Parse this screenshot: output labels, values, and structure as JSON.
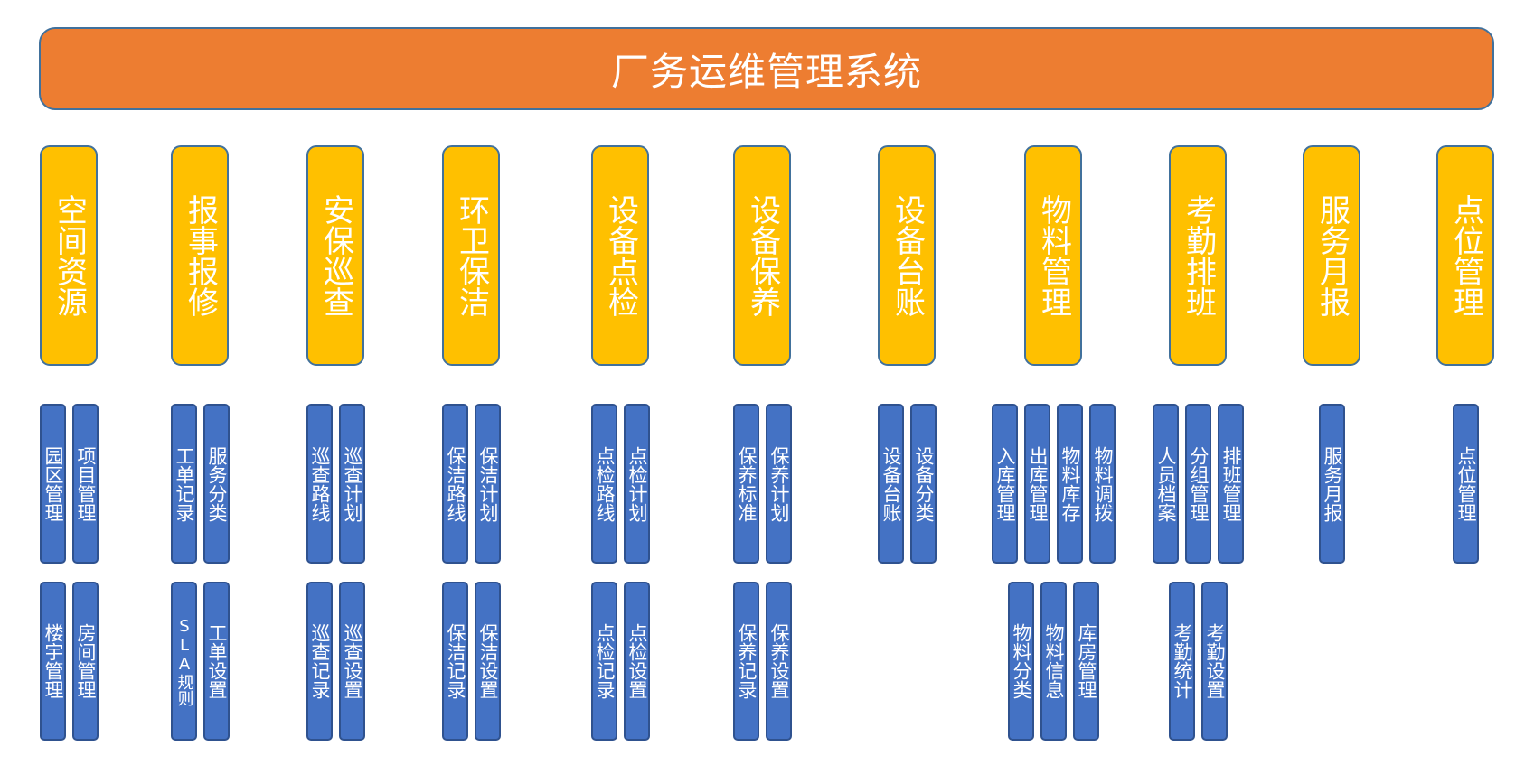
{
  "title": "厂务运维管理系统",
  "categories": [
    {
      "label": "空间资源",
      "row1": [
        "园区管理",
        "项目管理"
      ],
      "row2": [
        "楼宇管理",
        "房间管理"
      ]
    },
    {
      "label": "报事报修",
      "row1": [
        "工单记录",
        "服务分类"
      ],
      "row2": [
        "SLA规则",
        "工单设置"
      ]
    },
    {
      "label": "安保巡查",
      "row1": [
        "巡查路线",
        "巡查计划"
      ],
      "row2": [
        "巡查记录",
        "巡查设置"
      ]
    },
    {
      "label": "环卫保洁",
      "row1": [
        "保洁路线",
        "保洁计划"
      ],
      "row2": [
        "保洁记录",
        "保洁设置"
      ]
    },
    {
      "label": "设备点检",
      "row1": [
        "点检路线",
        "点检计划"
      ],
      "row2": [
        "点检记录",
        "点检设置"
      ]
    },
    {
      "label": "设备保养",
      "row1": [
        "保养标准",
        "保养计划"
      ],
      "row2": [
        "保养记录",
        "保养设置"
      ]
    },
    {
      "label": "设备台账",
      "row1": [
        "设备台账",
        "设备分类"
      ],
      "row2": []
    },
    {
      "label": "物料管理",
      "row1": [
        "入库管理",
        "出库管理",
        "物料库存",
        "物料调拨"
      ],
      "row2": [
        "物料分类",
        "物料信息",
        "库房管理"
      ]
    },
    {
      "label": "考勤排班",
      "row1": [
        "人员档案",
        "分组管理",
        "排班管理"
      ],
      "row2": [
        "考勤统计",
        "考勤设置"
      ]
    },
    {
      "label": "服务月报",
      "row1": [
        "服务月报"
      ],
      "row2": []
    },
    {
      "label": "点位管理",
      "row1": [
        "点位管理"
      ],
      "row2": []
    }
  ],
  "colors": {
    "title_bg": "#ED7D31",
    "category_bg": "#FFC000",
    "sub_bg": "#4472C4",
    "border": "#41719C",
    "text": "#FFFFFF"
  }
}
